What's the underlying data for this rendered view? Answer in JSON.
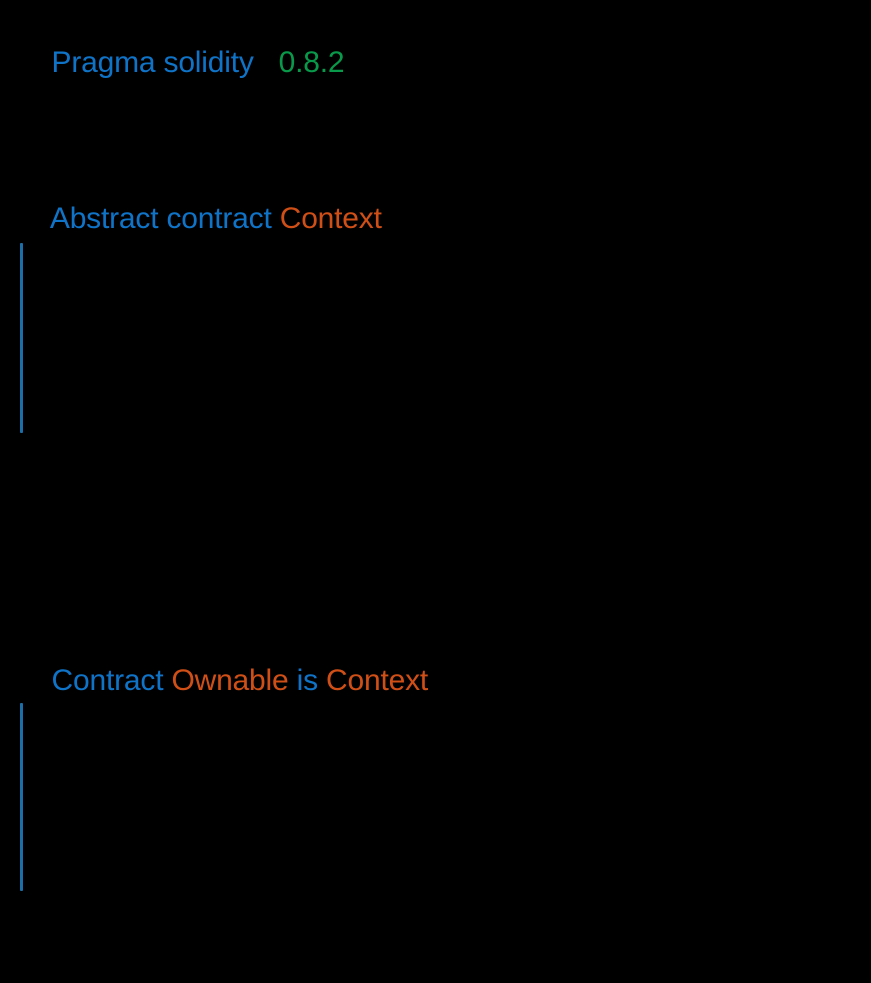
{
  "document": {
    "background_color": "#000000",
    "language": "solidity"
  },
  "colors": {
    "keyword": "#0f74c8",
    "type": "#cf4f16",
    "version": "#089a4a",
    "guide_bar": "#1b6fa8",
    "background": "#000000"
  },
  "pragma": {
    "keyword": "Pragma solidity",
    "version": "0.8.2"
  },
  "sections": [
    {
      "id": "context",
      "heading": {
        "keyword": "Abstract contract",
        "name": "Context"
      },
      "body_lines": []
    },
    {
      "id": "ownable",
      "heading": {
        "keyword": "Contract",
        "name": "Ownable",
        "inherits_keyword": "is",
        "base": "Context"
      },
      "body_lines": []
    }
  ]
}
